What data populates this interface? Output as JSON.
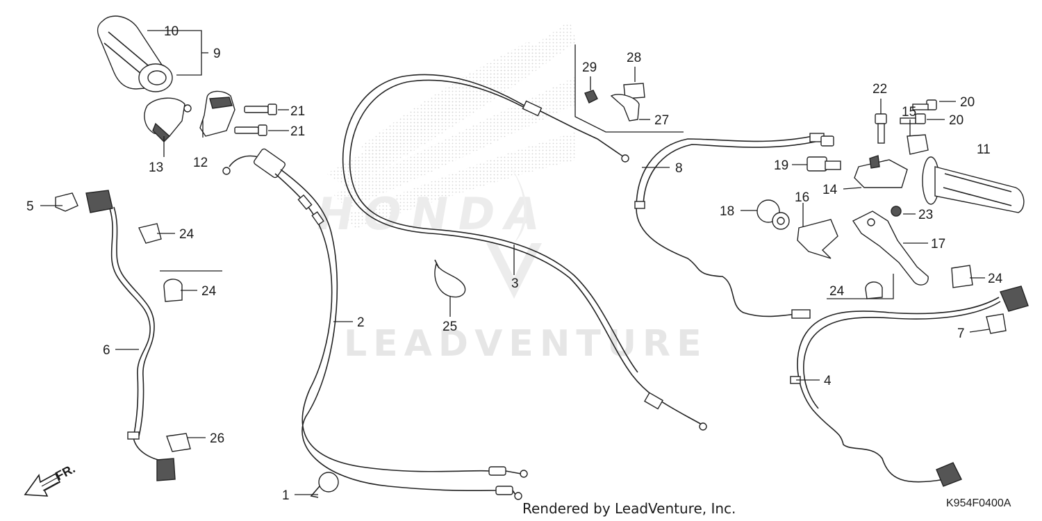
{
  "watermark": {
    "brand": "LEADVENTURE",
    "logo_text": "HONDA"
  },
  "footer": {
    "rendered_by": "Rendered by LeadVenture, Inc.",
    "diagram_code": "K954F0400A"
  },
  "direction": {
    "label": "FR."
  },
  "callouts": [
    {
      "id": "c1",
      "label": "1"
    },
    {
      "id": "c2",
      "label": "2"
    },
    {
      "id": "c3",
      "label": "3"
    },
    {
      "id": "c4",
      "label": "4"
    },
    {
      "id": "c5",
      "label": "5"
    },
    {
      "id": "c6",
      "label": "6"
    },
    {
      "id": "c7",
      "label": "7"
    },
    {
      "id": "c8",
      "label": "8"
    },
    {
      "id": "c9",
      "label": "9"
    },
    {
      "id": "c10",
      "label": "10"
    },
    {
      "id": "c11",
      "label": "11"
    },
    {
      "id": "c12",
      "label": "12"
    },
    {
      "id": "c13",
      "label": "13"
    },
    {
      "id": "c14",
      "label": "14"
    },
    {
      "id": "c15",
      "label": "15"
    },
    {
      "id": "c16",
      "label": "16"
    },
    {
      "id": "c17",
      "label": "17"
    },
    {
      "id": "c18",
      "label": "18"
    },
    {
      "id": "c19",
      "label": "19"
    },
    {
      "id": "c20a",
      "label": "20"
    },
    {
      "id": "c20b",
      "label": "20"
    },
    {
      "id": "c21a",
      "label": "21"
    },
    {
      "id": "c21b",
      "label": "21"
    },
    {
      "id": "c22",
      "label": "22"
    },
    {
      "id": "c23",
      "label": "23"
    },
    {
      "id": "c24a",
      "label": "24"
    },
    {
      "id": "c24b",
      "label": "24"
    },
    {
      "id": "c24c",
      "label": "24"
    },
    {
      "id": "c24d",
      "label": "24"
    },
    {
      "id": "c25",
      "label": "25"
    },
    {
      "id": "c26",
      "label": "26"
    },
    {
      "id": "c27",
      "label": "27"
    },
    {
      "id": "c28",
      "label": "28"
    },
    {
      "id": "c29",
      "label": "29"
    }
  ]
}
